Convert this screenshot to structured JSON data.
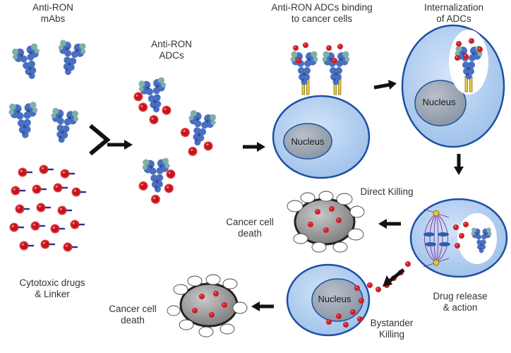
{
  "labels": {
    "mabs": "Anti-RON\nmAbs",
    "adcs": "Anti-RON\nADCs",
    "binding": "Anti-RON ADCs binding\nto cancer cells",
    "internalization": "Internalization\nof ADCs",
    "drugs": "Cytotoxic drugs\n& Linker",
    "direct_killing": "Direct Killing",
    "death_1": "Cancer cell\ndeath",
    "drug_release": "Drug release\n& action",
    "bystander": "Bystander\nKilling",
    "death_2": "Cancer cell\ndeath",
    "nucleus": "Nucleus"
  },
  "colors": {
    "cell_fill": "#a9c9ee",
    "cell_border": "#1d4fa3",
    "nucleus_fill": "#9aa5b3",
    "drug_red": "#d11f26",
    "antibody_blue": "#4a6fc0",
    "antibody_teal": "#7fb0a8",
    "dead_cell": "#8c8c8c",
    "arrow": "#111111"
  }
}
